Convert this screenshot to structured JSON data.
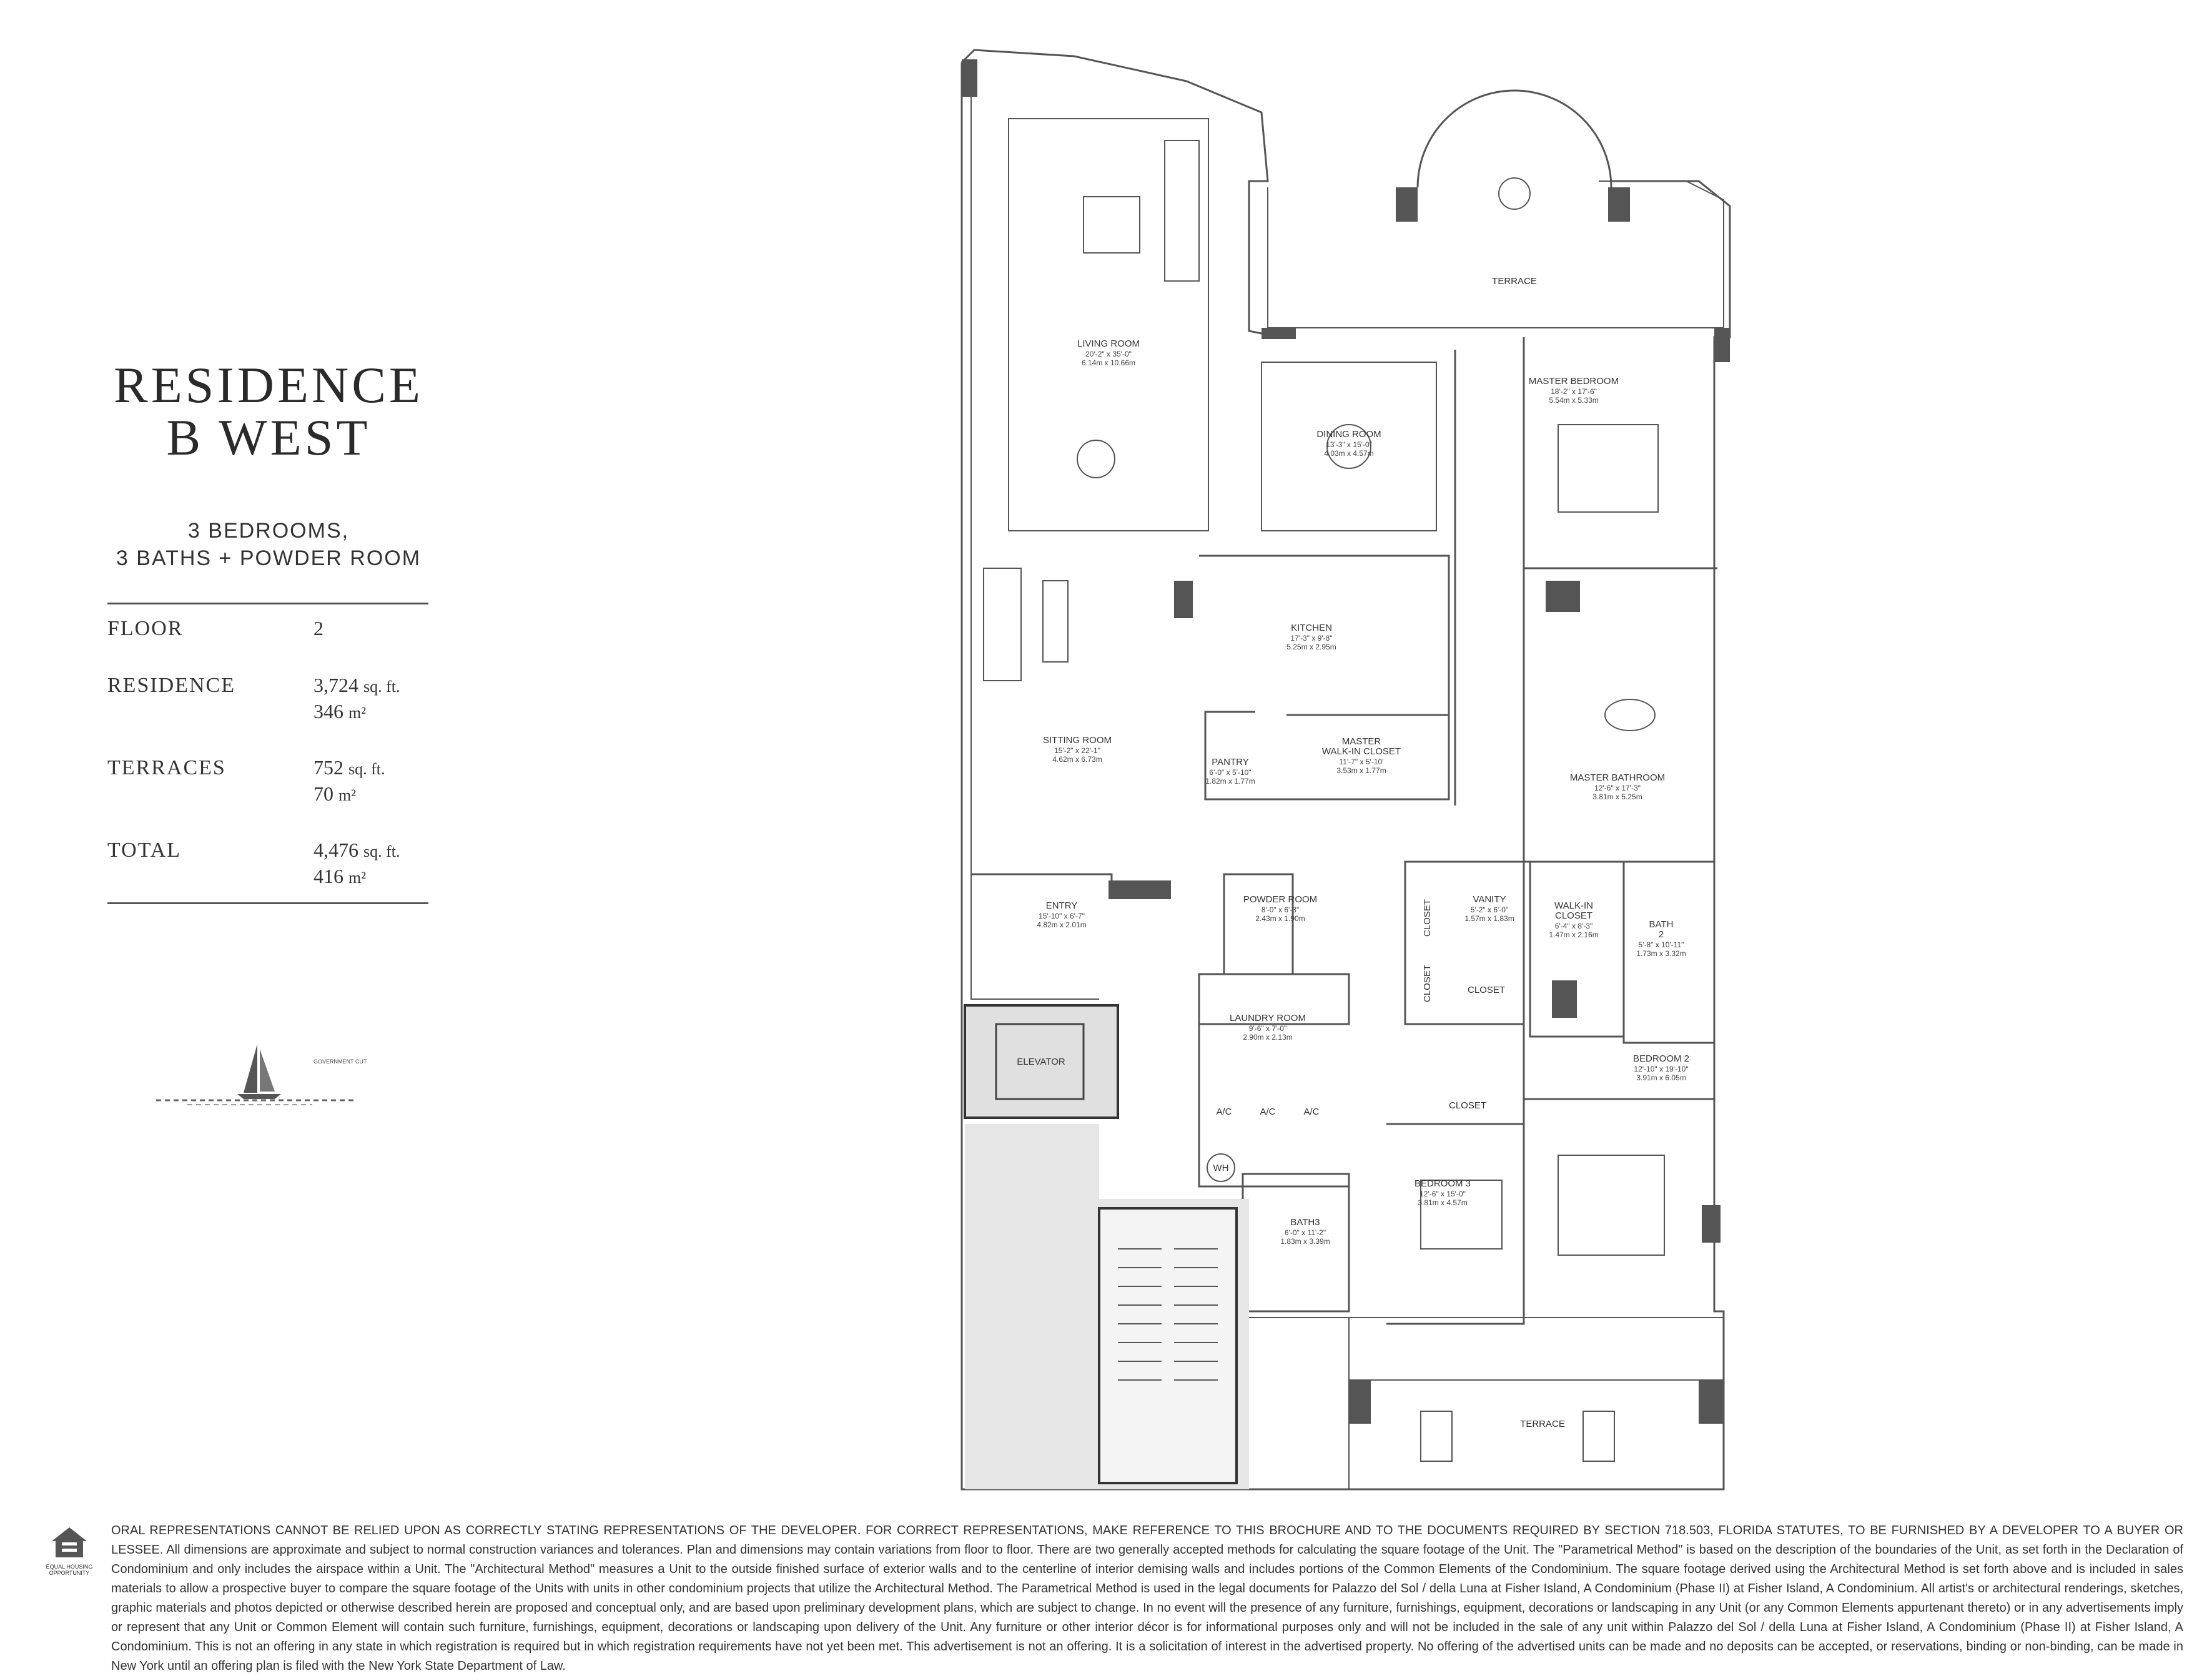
{
  "residence": {
    "title_line1": "RESIDENCE",
    "title_line2": "B WEST",
    "subtitle_line1": "3 BEDROOMS,",
    "subtitle_line2": "3 BATHS + POWDER ROOM"
  },
  "stats": [
    {
      "label": "FLOOR",
      "value1": "2",
      "value2": ""
    },
    {
      "label": "RESIDENCE",
      "value1": "3,724",
      "unit1": "sq. ft.",
      "value2": "346",
      "unit2": "m²"
    },
    {
      "label": "TERRACES",
      "value1": "752",
      "unit1": "sq. ft.",
      "value2": "70",
      "unit2": "m²"
    },
    {
      "label": "TOTAL",
      "value1": "4,476",
      "unit1": "sq. ft.",
      "value2": "416",
      "unit2": "m²"
    }
  ],
  "orientation_label": "GOVERNMENT CUT",
  "rooms": [
    {
      "id": "terrace-north",
      "name": "TERRACE",
      "dim1": "",
      "dim2": ""
    },
    {
      "id": "living-room",
      "name": "LIVING ROOM",
      "dim1": "20'-2\" x 35'-0\"",
      "dim2": "6.14m x 10.66m"
    },
    {
      "id": "dining-room",
      "name": "DINING ROOM",
      "dim1": "13'-3\" x 15'-0\"",
      "dim2": "4.03m x 4.57m"
    },
    {
      "id": "master-bedroom",
      "name": "MASTER BEDROOM",
      "dim1": "18'-2\" x 17'-6\"",
      "dim2": "5.54m x 5.33m"
    },
    {
      "id": "kitchen",
      "name": "KITCHEN",
      "dim1": "17'-3\" x 9'-8\"",
      "dim2": "5.25m x 2.95m"
    },
    {
      "id": "sitting-room",
      "name": "SITTING ROOM",
      "dim1": "15'-2\" x 22'-1\"",
      "dim2": "4.62m x 6.73m"
    },
    {
      "id": "pantry",
      "name": "PANTRY",
      "dim1": "6'-0\" x 5'-10\"",
      "dim2": "1.82m x 1.77m"
    },
    {
      "id": "master-walk-in-closet",
      "name": "MASTER\nWALK-IN CLOSET",
      "dim1": "11'-7\" x 5'-10'",
      "dim2": "3.53m x 1.77m"
    },
    {
      "id": "master-bathroom",
      "name": "MASTER BATHROOM",
      "dim1": "12'-6\" x 17'-3\"",
      "dim2": "3.81m x 5.25m"
    },
    {
      "id": "entry",
      "name": "ENTRY",
      "dim1": "15'-10\" x 6'-7\"",
      "dim2": "4.82m x 2.01m"
    },
    {
      "id": "powder-room",
      "name": "POWDER ROOM",
      "dim1": "8'-0\" x 6'-3\"",
      "dim2": "2.43m x 1.90m"
    },
    {
      "id": "vanity",
      "name": "VANITY",
      "dim1": "5'-2\" x 6'-0\"",
      "dim2": "1.57m x 1.83m"
    },
    {
      "id": "walk-in-closet",
      "name": "WALK-IN\nCLOSET",
      "dim1": "6'-4\" x 8'-3\"",
      "dim2": "1.47m x 2.16m"
    },
    {
      "id": "bath-2",
      "name": "BATH\n2",
      "dim1": "5'-8\" x 10'-11\"",
      "dim2": "1.73m x 3.32m"
    },
    {
      "id": "laundry-room",
      "name": "LAUNDRY ROOM",
      "dim1": "9'-6\" x 7'-0\"",
      "dim2": "2.90m x 2.13m"
    },
    {
      "id": "closet-vanity",
      "name": "CLOSET",
      "dim1": "",
      "dim2": ""
    },
    {
      "id": "elevator",
      "name": "ELEVATOR",
      "dim1": "",
      "dim2": ""
    },
    {
      "id": "bedroom-2",
      "name": "BEDROOM 2",
      "dim1": "12'-10\" x 19'-10\"",
      "dim2": "3.91m x 6.05m"
    },
    {
      "id": "closet-bedroom3",
      "name": "CLOSET",
      "dim1": "",
      "dim2": ""
    },
    {
      "id": "bedroom-3",
      "name": "BEDROOM 3",
      "dim1": "12'-6\" x 15'-0\"",
      "dim2": "3.81m x 4.57m"
    },
    {
      "id": "bath-3",
      "name": "BATH3",
      "dim1": "6'-0\" x 11'-2\"",
      "dim2": "1.83m x 3.39m"
    },
    {
      "id": "terrace-south",
      "name": "TERRACE",
      "dim1": "",
      "dim2": ""
    }
  ],
  "small_labels": {
    "closet_vertical": "CLOSET",
    "ac": "A/C",
    "wh": "WH"
  },
  "equal_housing_label": "EQUAL HOUSING OPPORTUNITY",
  "disclaimer": "ORAL REPRESENTATIONS CANNOT BE RELIED UPON AS CORRECTLY STATING REPRESENTATIONS OF THE DEVELOPER. FOR CORRECT REPRESENTATIONS, MAKE REFERENCE TO THIS BROCHURE AND TO THE DOCUMENTS REQUIRED BY SECTION 718.503, FLORIDA STATUTES, TO BE FURNISHED BY A DEVELOPER TO A BUYER OR LESSEE. All dimensions are approximate and subject to normal construction variances and tolerances. Plan and dimensions may contain variations from floor to floor. There are two generally accepted methods for calculating the square footage of the Unit. The \"Parametrical Method\" is based on the description of the boundaries of the Unit, as set forth in the Declaration of Condominium and only includes the airspace within a Unit. The \"Architectural Method\" measures a Unit to the outside finished surface of exterior walls and to the centerline of interior demising walls and includes portions of the Common Elements of the Condominium. The square footage derived using the Architectural Method is set forth above and is included in sales materials to allow a prospective buyer to compare the square footage of the Units with units in other condominium projects that utilize the Architectural Method. The Parametrical Method is used in the legal documents for Palazzo del Sol / della Luna at Fisher Island, A Condominium (Phase II) at Fisher Island, A Condominium. All artist's or architectural renderings, sketches, graphic materials and photos depicted or otherwise described herein are proposed and conceptual only, and are based upon preliminary development plans, which are subject to change. In no event will the presence of any furniture, furnishings, equipment, decorations or landscaping in any Unit (or any Common Elements appurtenant thereto) or in any advertisements imply or represent that any Unit or Common Element will contain such furniture, furnishings, equipment, decorations or landscaping upon delivery of the Unit. Any furniture or other interior décor is for informational purposes only and will not be included in the sale of any unit within Palazzo del Sol / della Luna at Fisher Island, A Condominium (Phase II) at Fisher Island, A Condominium. This is not an offering in any state in which registration is required but in which registration requirements have not yet been met. This advertisement is not an offering. It is a solicitation of interest in the advertised property. No offering of the advertised units can be made and no deposits can be accepted, or reservations, binding or non-binding, can be made in New York until an offering plan is filed with the New York State Department of Law."
}
